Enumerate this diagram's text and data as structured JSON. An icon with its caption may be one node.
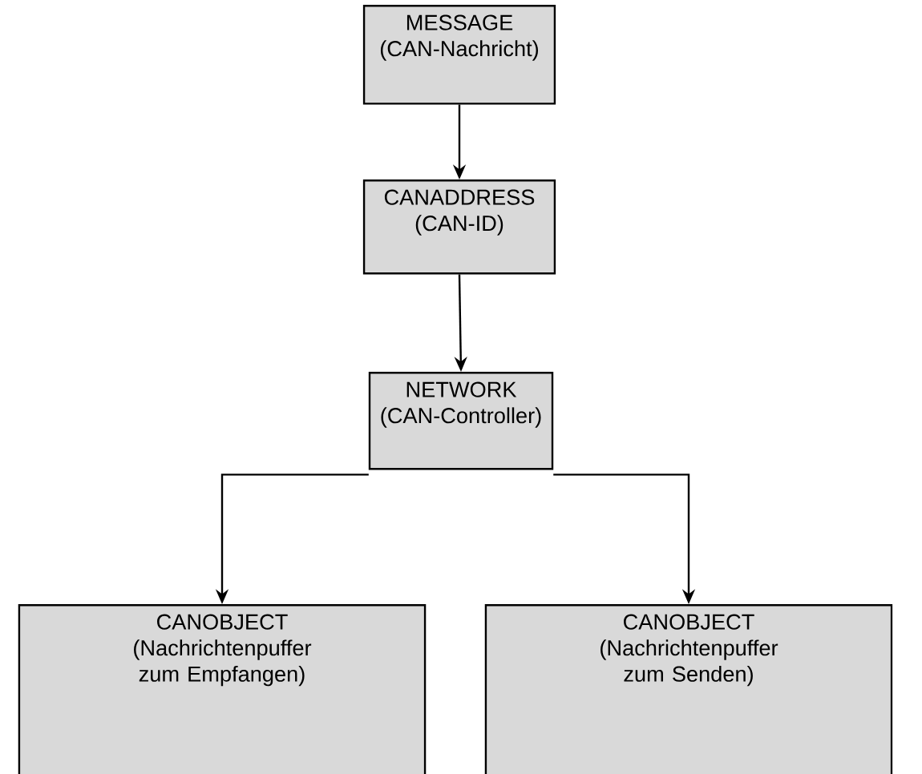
{
  "diagram": {
    "nodes": [
      {
        "text": [
          "MESSAGE",
          "(CAN-Nachricht)"
        ]
      },
      {
        "text": [
          "CANADDRESS",
          "(CAN-ID)"
        ]
      },
      {
        "text": [
          "NETWORK",
          "(CAN-Controller)"
        ]
      },
      {
        "text": [
          "CANOBJECT",
          "(Nachrichtenpuffer zum Empfangen)"
        ]
      },
      {
        "text": [
          "CANOBJECT",
          "(Nachrichtenpuffer zum Senden)"
        ]
      }
    ],
    "edges": [
      {
        "from": 0,
        "to": 1,
        "arrow": "to"
      },
      {
        "from": 1,
        "to": 2,
        "arrow": "to"
      },
      {
        "from": 2,
        "to": 3,
        "arrow": "to"
      },
      {
        "from": 2,
        "to": 4,
        "arrow": "to"
      }
    ]
  }
}
